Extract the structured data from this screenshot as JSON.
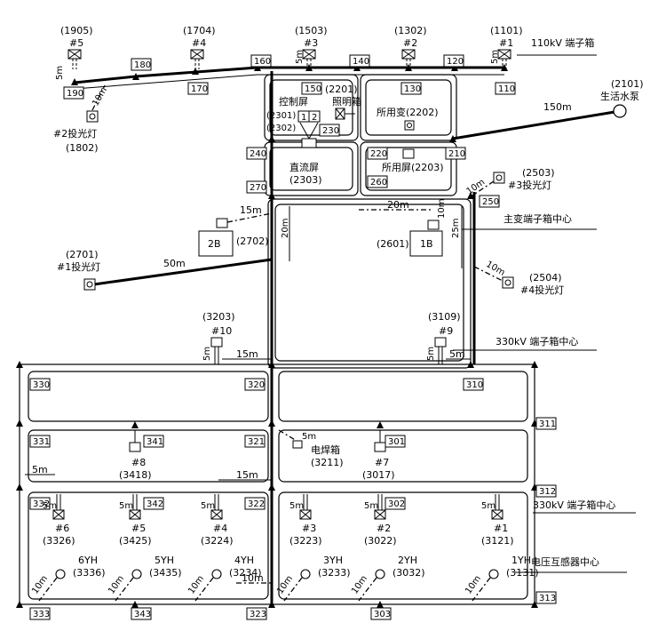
{
  "labels": {
    "kv110_box": "110kV 端子箱",
    "main_transformer_center": "主变端子箱中心",
    "kv330_box_center_1": "330kV 端子箱中心",
    "kv330_box_center_2": "330kV 端子箱中心",
    "pt_center": "电压互感器中心",
    "water_pump": "生活水泵",
    "water_pump_id": "(2101)",
    "control_panel": "控制屏",
    "control_ids_a": "(2301)",
    "control_ids_b": "(2302)",
    "lighting_box": "照明箱",
    "lighting_id": "(2201)",
    "station_transformer": "所用变(2202)",
    "station_panel": "所用屏(2203)",
    "dc_panel": "直流屏",
    "dc_id": "(2303)",
    "welding_box": "电焊箱",
    "welding_id": "(3211)",
    "tr_1b": "1B",
    "tr_1b_id": "(2601)",
    "tr_2b": "2B",
    "tr_2b_id": "(2702)",
    "light_1": "#1投光灯",
    "light_1_id": "(2701)",
    "light_2": "#2投光灯",
    "light_2_id": "(1802)",
    "light_3": "#3投光灯",
    "light_3_id": "(2503)",
    "light_4": "#4投光灯",
    "light_4_id": "(2504)",
    "panel_1": "1",
    "panel_2": "2"
  },
  "top_boxes": [
    {
      "num": "#5",
      "id": "(1905)"
    },
    {
      "num": "#4",
      "id": "(1704)"
    },
    {
      "num": "#3",
      "id": "(1503)"
    },
    {
      "num": "#2",
      "id": "(1302)"
    },
    {
      "num": "#1",
      "id": "(1101)"
    }
  ],
  "kv330_upper": [
    {
      "num": "#10",
      "id": "(3203)"
    },
    {
      "num": "#9",
      "id": "(3109)"
    }
  ],
  "kv330_mid": [
    {
      "num": "#8",
      "id": "(3418)"
    },
    {
      "num": "#7",
      "id": "(3017)"
    }
  ],
  "kv330_low": [
    {
      "num": "#6",
      "id": "(3326)"
    },
    {
      "num": "#5",
      "id": "(3425)"
    },
    {
      "num": "#4",
      "id": "(3224)"
    },
    {
      "num": "#3",
      "id": "(3223)"
    },
    {
      "num": "#2",
      "id": "(3022)"
    },
    {
      "num": "#1",
      "id": "(3121)"
    }
  ],
  "pts": [
    {
      "name": "6YH",
      "id": "(3336)"
    },
    {
      "name": "5YH",
      "id": "(3435)"
    },
    {
      "name": "4YH",
      "id": "(3234)"
    },
    {
      "name": "3YH",
      "id": "(3233)"
    },
    {
      "name": "2YH",
      "id": "(3032)"
    },
    {
      "name": "1YH",
      "id": "(3131)"
    }
  ],
  "nodes": {
    "n190": "190",
    "n180": "180",
    "n170": "170",
    "n160": "160",
    "n150": "150",
    "n140": "140",
    "n130": "130",
    "n120": "120",
    "n110": "110",
    "n230": "230",
    "n240": "240",
    "n220": "220",
    "n210": "210",
    "n270": "270",
    "n260": "260",
    "n250": "250",
    "n330": "330",
    "n320": "320",
    "n310": "310",
    "n311": "311",
    "n331": "331",
    "n341": "341",
    "n321": "321",
    "n301": "301",
    "n312": "312",
    "n332": "332",
    "n342": "342",
    "n322": "322",
    "n302": "302",
    "n333": "333",
    "n343": "343",
    "n323": "323",
    "n303": "303",
    "n313": "313"
  },
  "distances": {
    "d5m_a": "5m",
    "d10m_a": "10m",
    "d5m_b": "5m",
    "d5m_c": "5m",
    "d150m": "150m",
    "d10m_b": "10m",
    "d20m_a": "20m",
    "d10m_c": "10m",
    "d25m": "25m",
    "d15m_a": "15m",
    "d20m_b": "20m",
    "d50m": "50m",
    "d10m_d": "10m",
    "d5m_d": "5m",
    "d15m_b": "15m",
    "d5m_e": "5m",
    "d5m_f": "5m",
    "d5m_g": "5m",
    "d15m_c": "15m",
    "d5m_h": "5m",
    "d5m_i": "5m",
    "d5m_j": "5m",
    "d5m_k": "5m",
    "d5m_l": "5m",
    "d5m_m": "5m",
    "d5m_n": "5m",
    "d5m_o": "5m",
    "d10m_e": "10m",
    "d10m_f": "10m",
    "d10m_g": "10m",
    "d10m_h": "10m",
    "d10m_i": "10m",
    "d10m_j": "10m",
    "d10m_k": "10m"
  }
}
